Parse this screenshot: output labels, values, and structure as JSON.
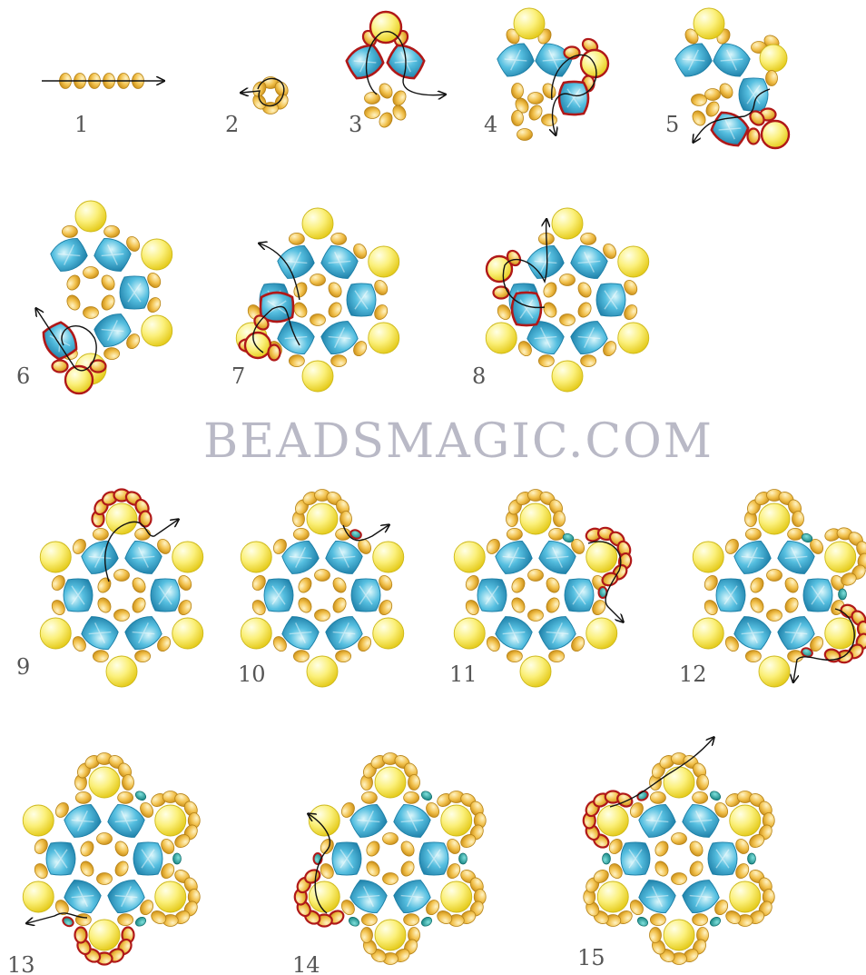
{
  "watermark": "BEADSMAGIC.COM",
  "colors": {
    "seed_light": "#f6d26a",
    "seed_dark": "#c98d16",
    "pearl_light": "#fffbb0",
    "pearl_dark": "#e3cf14",
    "crystal_light": "#b9ecf5",
    "crystal_dark": "#1e8db6",
    "small_teal": "#1a9e9c",
    "highlight": "#b01818",
    "thread": "#111111",
    "text": "#555555"
  },
  "steps": [
    {
      "number": "1"
    },
    {
      "number": "2"
    },
    {
      "number": "3"
    },
    {
      "number": "4"
    },
    {
      "number": "5"
    },
    {
      "number": "6"
    },
    {
      "number": "7"
    },
    {
      "number": "8"
    },
    {
      "number": "9"
    },
    {
      "number": "10"
    },
    {
      "number": "11"
    },
    {
      "number": "12"
    },
    {
      "number": "13"
    },
    {
      "number": "14"
    },
    {
      "number": "15"
    }
  ],
  "icons": [
    "seed-bead-icon",
    "pearl-bead-icon",
    "bicone-crystal-icon",
    "teal-bead-icon",
    "thread-path-icon"
  ]
}
